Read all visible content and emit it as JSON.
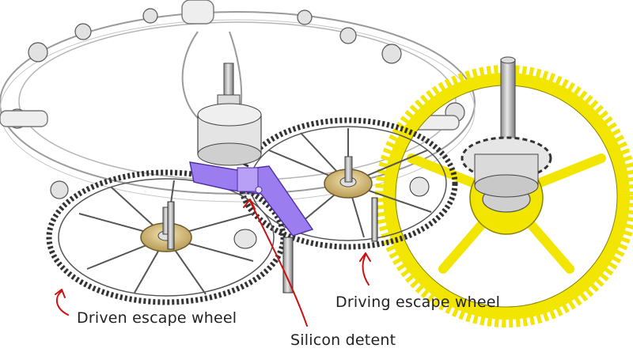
{
  "labels": {
    "driven_escape_wheel": "Driven escape wheel",
    "driving_escape_wheel": "Driving escape wheel",
    "silicon_detent": "Silicon detent"
  },
  "colors": {
    "background": "#ffffff",
    "steel_line": "#3a3a3a",
    "steel_fill": "#d4d4d4",
    "gold_wheel": "#f2e600",
    "gold_outline": "#8a8200",
    "brass_jewel": "#d9c28a",
    "detent_purple": "#9c7df0",
    "arrow_red": "#cc1111",
    "label_text": "#222222"
  },
  "icons": {
    "pointer": "curved-red-arrow"
  }
}
